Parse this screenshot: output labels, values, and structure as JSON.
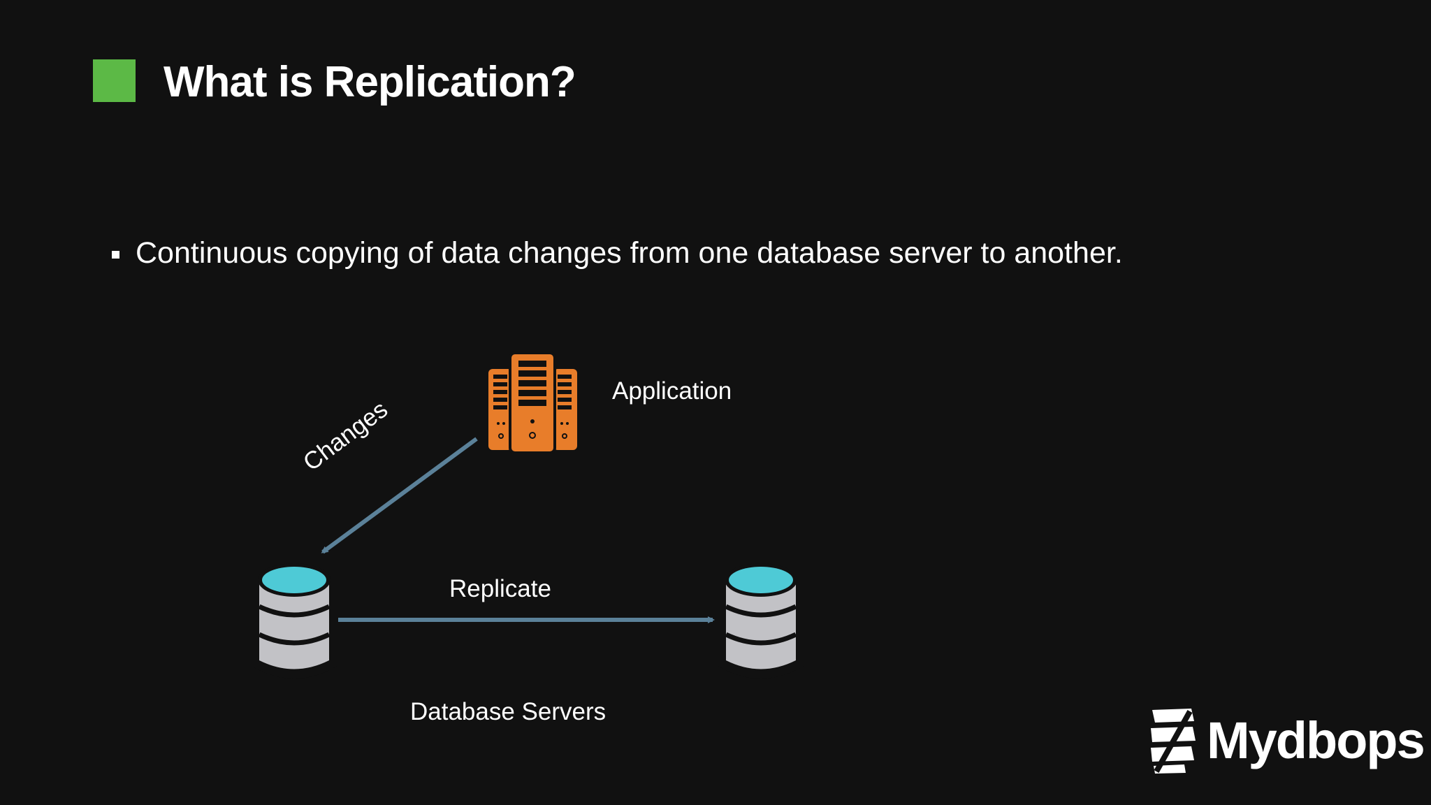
{
  "slide": {
    "title": "What is Replication?",
    "accent_color": "#5cb946",
    "bullets": [
      "Continuous copying of data changes from one database server to another."
    ]
  },
  "diagram": {
    "nodes": {
      "application": {
        "label": "Application",
        "icon": "server-rack-icon",
        "color": "#e87d2a"
      },
      "primary_db": {
        "icon": "database-icon",
        "top_color": "#4ecad6",
        "body_color": "#c2c2c6"
      },
      "replica_db": {
        "icon": "database-icon",
        "top_color": "#4ecad6",
        "body_color": "#c2c2c6"
      }
    },
    "edges": {
      "changes": {
        "label": "Changes",
        "from": "application",
        "to": "primary_db"
      },
      "replicate": {
        "label": "Replicate",
        "from": "primary_db",
        "to": "replica_db"
      }
    },
    "group_label": "Database Servers",
    "arrow_color": "#5b8199"
  },
  "branding": {
    "logo_text": "Mydbops"
  }
}
